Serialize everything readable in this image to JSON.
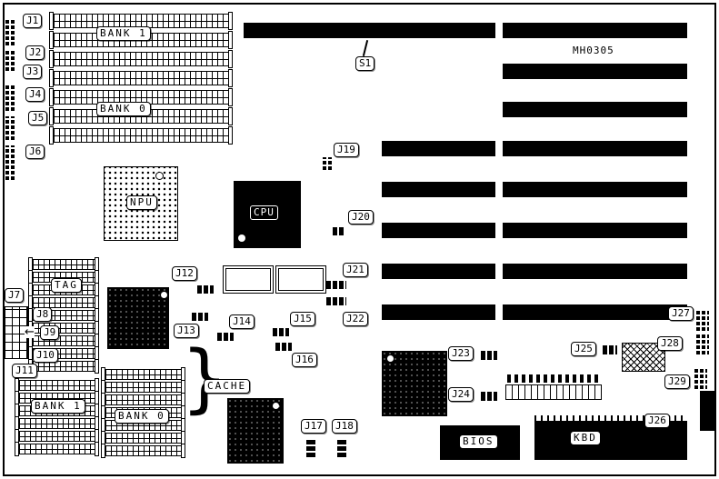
{
  "board": {
    "part_number": "MH0305"
  },
  "labels": {
    "s1": "S1",
    "npu": "NPU",
    "cpu": "CPU",
    "tag": "TAG",
    "cache": "CACHE",
    "bios": "BIOS",
    "kbd": "KBD",
    "bank1_top": "BANK 1",
    "bank0_top": "BANK 0",
    "bank1_bottom": "BANK 1",
    "bank0_bottom": "BANK 0"
  },
  "jumpers": {
    "j1": "J1",
    "j2": "J2",
    "j3": "J3",
    "j4": "J4",
    "j5": "J5",
    "j6": "J6",
    "j7": "J7",
    "j8": "J8",
    "j9": "J9",
    "j10": "J10",
    "j11": "J11",
    "j12": "J12",
    "j13": "J13",
    "j14": "J14",
    "j15": "J15",
    "j16": "J16",
    "j17": "J17",
    "j18": "J18",
    "j19": "J19",
    "j20": "J20",
    "j21": "J21",
    "j22": "J22",
    "j23": "J23",
    "j24": "J24",
    "j25": "J25",
    "j26": "J26",
    "j27": "J27",
    "j28": "J28",
    "j29": "J29"
  },
  "glyphs": {
    "j9_arrow": "←",
    "cache_brace": "}"
  }
}
